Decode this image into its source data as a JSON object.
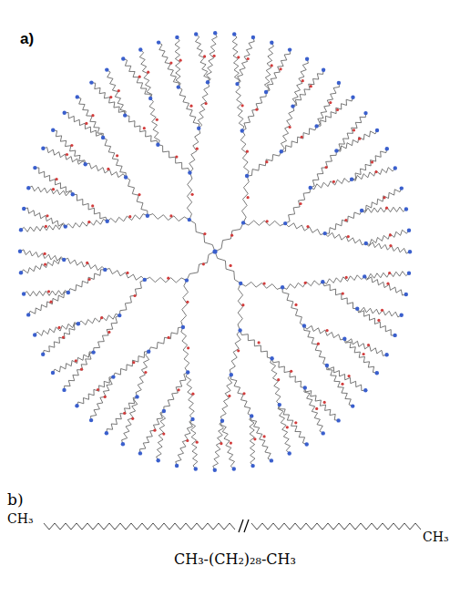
{
  "diagram": {
    "labels": [
      "a)",
      "b)",
      "CH₃",
      "CH₃",
      "CH₃-(CH₂)₂₈-CH₃"
    ]
  }
}
